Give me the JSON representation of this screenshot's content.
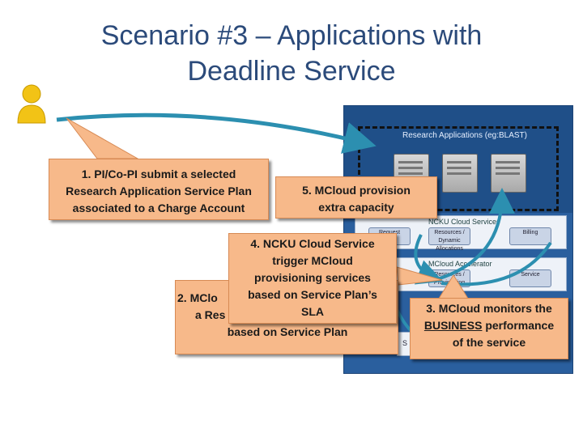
{
  "title_lines": [
    "Scenario #3 – Applications with",
    "Deadline Service"
  ],
  "diagram": {
    "research_label": "Research Applications (eg:BLAST)",
    "row1_title": "NCKU Cloud Services",
    "row1_chips": [
      "Request",
      "Resources / Dynamic Allocations",
      "Billing"
    ],
    "row2_title": "MCloud Accelerator",
    "row2_chips": [
      "Resources / Provisioning",
      "Service"
    ],
    "row3_partial": "S"
  },
  "callouts": {
    "c1": [
      "1. PI/Co-PI submit a selected",
      "Research Application Service Plan",
      "associated to a Charge Account"
    ],
    "c5": [
      "5. MCloud provision",
      "extra capacity"
    ],
    "c4": [
      "4. NCKU Cloud Service",
      "trigger MCloud",
      "provisioning services",
      "based on Service Plan’s",
      "SLA"
    ],
    "c2_left": "2. MClo",
    "c2_right": "e",
    "c2_res": "a Res",
    "c2_last": "based on Service Plan",
    "c3_line1": "3. MCloud monitors the",
    "c3_business": "BUSINESS",
    "c3_line2_rest": " performance",
    "c3_line3": "of the service"
  }
}
